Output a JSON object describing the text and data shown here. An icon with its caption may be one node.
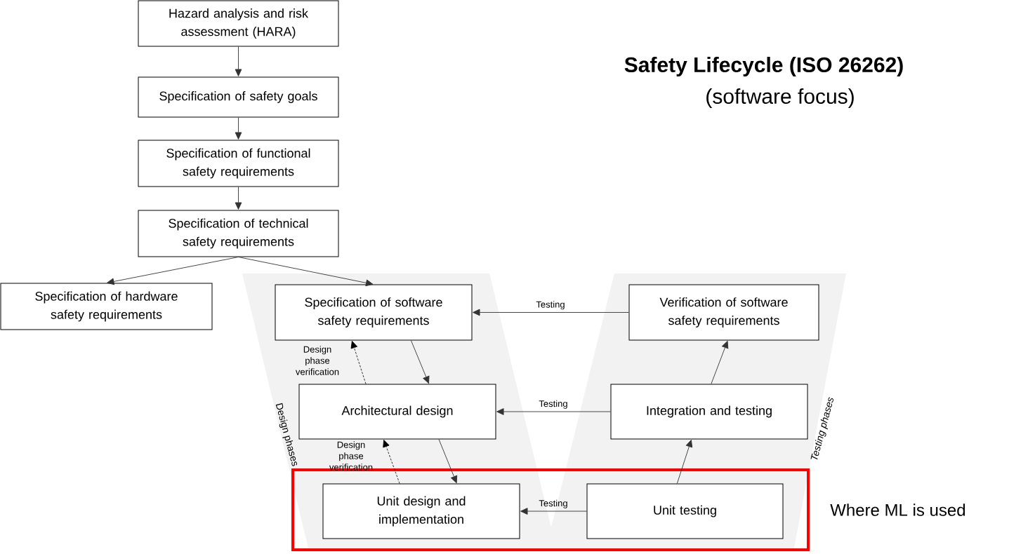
{
  "diagram": {
    "title": "Safety Lifecycle (ISO 26262)",
    "nodes": [
      {
        "text": [
          "Hazard analysis and risk assessment (HARA)"
        ]
      },
      {
        "text": [
          "Specification of safety goals"
        ]
      },
      {
        "text": [
          "Specification of functional safety requirements"
        ]
      },
      {
        "text": [
          "Specification of technical safety requirements"
        ]
      },
      {
        "text": [
          "Specification of hardware safety requirements"
        ]
      },
      {
        "text": [
          "Specification of software safety requirements"
        ]
      },
      {
        "text": [
          "Verification of software safety requirements"
        ]
      },
      {
        "text": [
          "Architectural design"
        ]
      },
      {
        "text": [
          "Integration and testing"
        ]
      },
      {
        "text": [],
        "shape": "box",
        "beside": [
          "Where ML is used"
        ]
      },
      {
        "text": [
          "Unit design and implementation"
        ],
        "in": 9
      },
      {
        "text": [
          "Unit testing"
        ],
        "in": 9
      }
    ],
    "edges": [
      {
        "from": 0,
        "to": 1,
        "arrow": "to"
      },
      {
        "from": 1,
        "to": 2,
        "arrow": "to"
      },
      {
        "from": 2,
        "to": 3,
        "arrow": "to"
      },
      {
        "from": 3,
        "to": 4,
        "arrow": "to"
      },
      {
        "from": 3,
        "to": 5,
        "arrow": "to"
      },
      {
        "from": 6,
        "to": 5,
        "arrow": "to",
        "label": "Testing"
      },
      {
        "from": 5,
        "to": 7,
        "arrow": "to"
      },
      {
        "from": 7,
        "to": 5,
        "arrow": "to",
        "style": "dashed",
        "label": "Design phase verification"
      },
      {
        "from": 8,
        "to": 7,
        "arrow": "to",
        "label": "Testing"
      },
      {
        "from": 8,
        "to": 6,
        "arrow": "to"
      },
      {
        "from": 7,
        "to": 10,
        "arrow": "to"
      },
      {
        "from": 10,
        "to": 7,
        "arrow": "to",
        "style": "dashed",
        "label": "Design phase verification"
      },
      {
        "from": 11,
        "to": 10,
        "arrow": "to",
        "label": "Testing"
      },
      {
        "from": 11,
        "to": 8,
        "arrow": "to"
      }
    ],
    "labels": [
      "(software focus)",
      "Design phases",
      "Testing phases"
    ]
  }
}
